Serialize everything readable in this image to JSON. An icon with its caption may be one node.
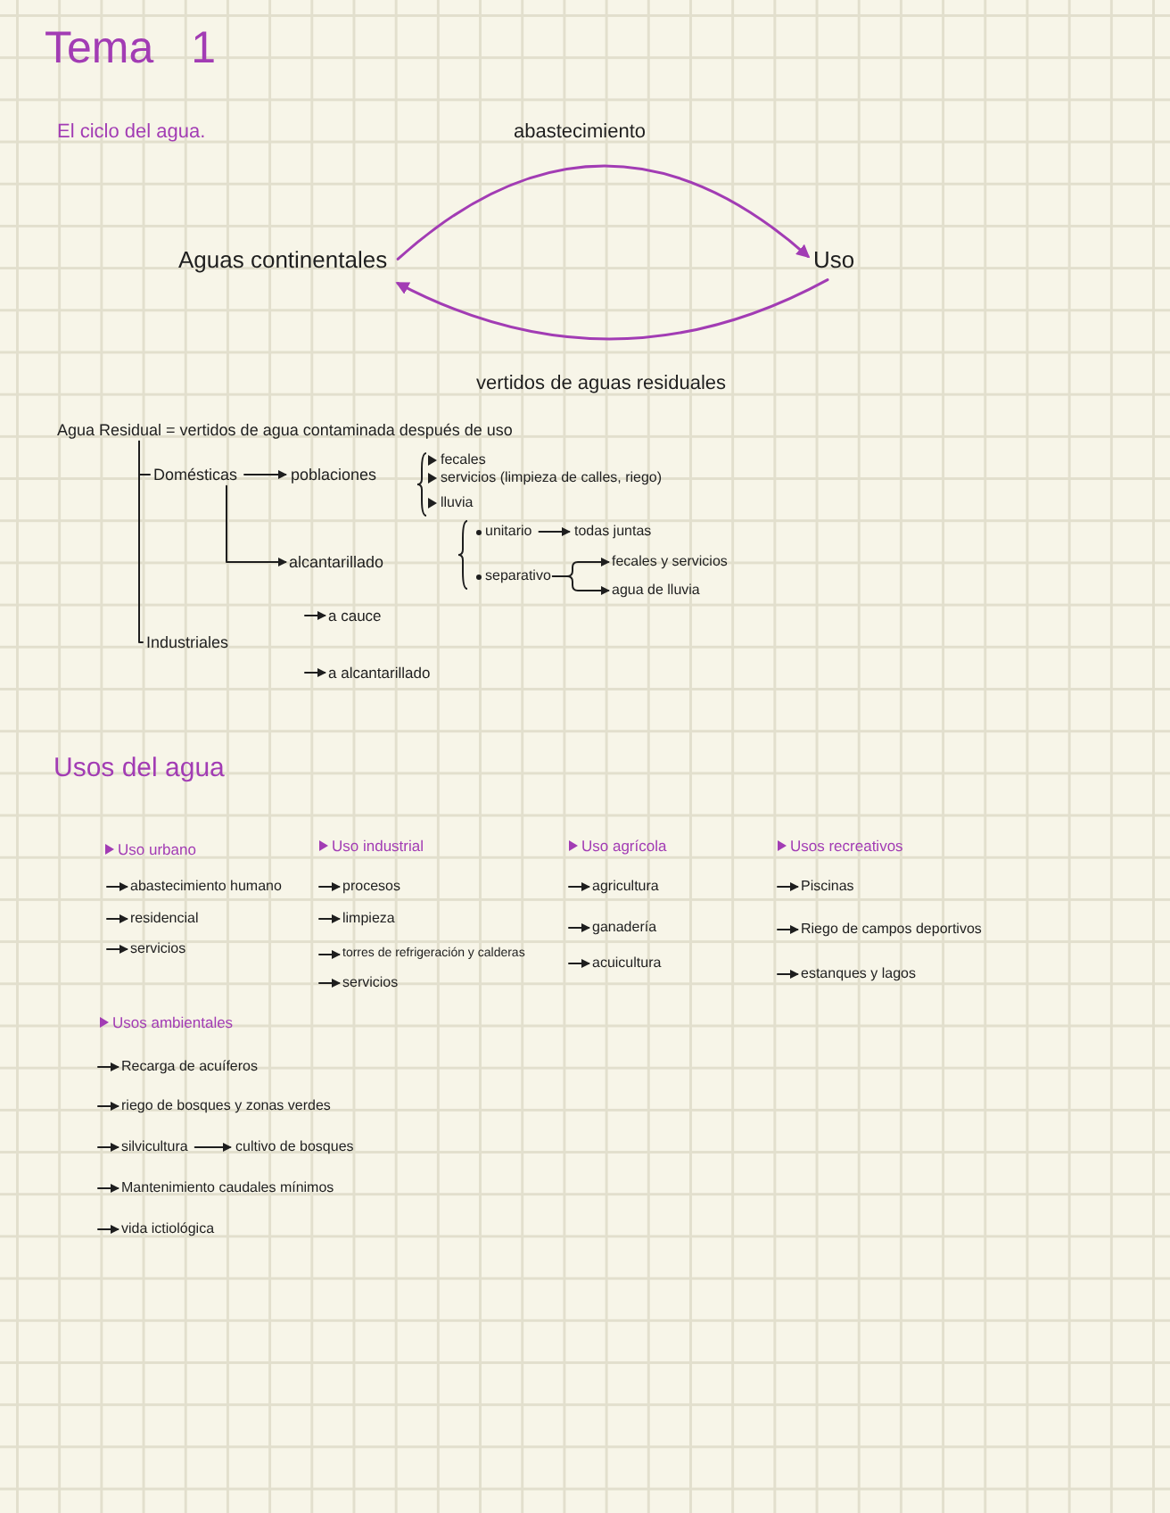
{
  "diagram": {
    "title": "Tema 1",
    "nodes": [
      {
        "text": [
          "Aguas continentales"
        ]
      },
      {
        "text": [
          "Uso"
        ]
      },
      {
        "text": [
          "Agua Residual = vertidos de agua contaminada después de uso"
        ]
      },
      {
        "text": [
          "Domésticas"
        ]
      },
      {
        "text": [
          "poblaciones"
        ]
      },
      {
        "text": [
          "alcantarillado"
        ]
      },
      {
        "text": [
          "unitario"
        ]
      },
      {
        "text": [
          "todas juntas"
        ]
      },
      {
        "text": [
          "separativo"
        ]
      },
      {
        "text": [
          "fecales y servicios"
        ]
      },
      {
        "text": [
          "agua de lluvia"
        ]
      },
      {
        "text": [
          "a cauce"
        ]
      },
      {
        "text": [
          "Industriales"
        ]
      },
      {
        "text": [
          "a alcantarillado"
        ]
      },
      {
        "text": [
          "abastecimiento humano"
        ]
      },
      {
        "text": [
          "residencial"
        ]
      },
      {
        "text": [
          "servicios"
        ]
      },
      {
        "text": [
          "procesos"
        ]
      },
      {
        "text": [
          "limpieza"
        ]
      },
      {
        "text": [
          "torres de refrigeración y calderas"
        ]
      },
      {
        "text": [
          "servicios"
        ]
      },
      {
        "text": [
          "agricultura"
        ]
      },
      {
        "text": [
          "ganadería"
        ]
      },
      {
        "text": [
          "acuicultura"
        ]
      },
      {
        "text": [
          "Piscinas"
        ]
      },
      {
        "text": [
          "Riego de campos deportivos"
        ]
      },
      {
        "text": [
          "estanques y lagos"
        ]
      },
      {
        "text": [
          "Recarga de acuíferos"
        ]
      },
      {
        "text": [
          "riego de bosques y zonas verdes"
        ]
      },
      {
        "text": [
          "silvicultura"
        ]
      },
      {
        "text": [
          "cultivo de bosques"
        ]
      },
      {
        "text": [
          "Mantenimiento caudales mínimos"
        ]
      },
      {
        "text": [
          "vida ictiológica"
        ]
      }
    ],
    "edges": [
      {
        "from": 0,
        "to": 1,
        "arrow": "to",
        "label": "abastecimiento",
        "color": "#a23cb4"
      },
      {
        "from": 1,
        "to": 0,
        "arrow": "to",
        "label": "vertidos de aguas residuales",
        "color": "#a23cb4"
      },
      {
        "from": 2,
        "to": 3,
        "arrow": "none"
      },
      {
        "from": 2,
        "to": 12,
        "arrow": "none"
      },
      {
        "from": 3,
        "to": 4,
        "arrow": "to"
      },
      {
        "from": 3,
        "to": 5,
        "arrow": "to"
      },
      {
        "from": 6,
        "to": 7,
        "arrow": "to"
      },
      {
        "from": 8,
        "to": 9,
        "arrow": "to"
      },
      {
        "from": 8,
        "to": 10,
        "arrow": "to"
      },
      {
        "from": null,
        "to": 11,
        "arrow": "to"
      },
      {
        "from": null,
        "to": 13,
        "arrow": "to"
      },
      {
        "from": null,
        "to": 14,
        "arrow": "to"
      },
      {
        "from": null,
        "to": 15,
        "arrow": "to"
      },
      {
        "from": null,
        "to": 16,
        "arrow": "to"
      },
      {
        "from": null,
        "to": 17,
        "arrow": "to"
      },
      {
        "from": null,
        "to": 18,
        "arrow": "to"
      },
      {
        "from": null,
        "to": 19,
        "arrow": "to"
      },
      {
        "from": null,
        "to": 20,
        "arrow": "to"
      },
      {
        "from": null,
        "to": 21,
        "arrow": "to"
      },
      {
        "from": null,
        "to": 22,
        "arrow": "to"
      },
      {
        "from": null,
        "to": 23,
        "arrow": "to"
      },
      {
        "from": null,
        "to": 24,
        "arrow": "to"
      },
      {
        "from": null,
        "to": 25,
        "arrow": "to"
      },
      {
        "from": null,
        "to": 26,
        "arrow": "to"
      },
      {
        "from": null,
        "to": 27,
        "arrow": "to"
      },
      {
        "from": null,
        "to": 28,
        "arrow": "to"
      },
      {
        "from": null,
        "to": 29,
        "arrow": "to"
      },
      {
        "from": 29,
        "to": 30,
        "arrow": "to"
      },
      {
        "from": null,
        "to": 31,
        "arrow": "to"
      },
      {
        "from": null,
        "to": 32,
        "arrow": "to"
      }
    ],
    "labels": [
      "El ciclo del agua.",
      "fecales",
      "servicios (limpieza de calles, riego)",
      "lluvia",
      "Usos del agua",
      "Uso urbano",
      "Uso industrial",
      "Uso agrícola",
      "Usos recreativos",
      "Usos ambientales"
    ]
  }
}
